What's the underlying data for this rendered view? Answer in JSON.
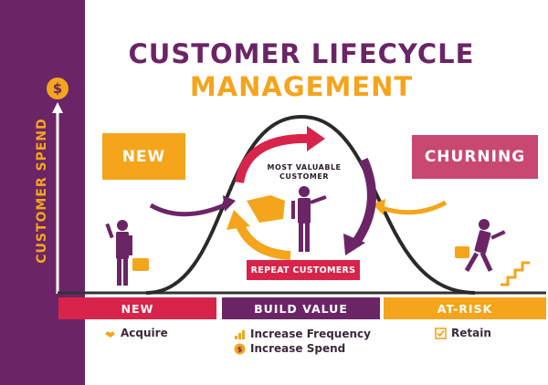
{
  "title": {
    "line1": "CUSTOMER LIFECYCLE",
    "line2": "MANAGEMENT"
  },
  "axis": {
    "y_label": "CUSTOMER SPEND",
    "y_icon": "$"
  },
  "stages": {
    "new_box": "NEW",
    "churning_box": "CHURNING",
    "most_valuable_line1": "MOST VALUABLE",
    "most_valuable_line2": "CUSTOMER",
    "repeat_customers": "REPEAT CUSTOMERS"
  },
  "segments": [
    {
      "label": "NEW",
      "color": "#d8244a"
    },
    {
      "label": "BUILD VALUE",
      "color": "#6b2566"
    },
    {
      "label": "AT-RISK",
      "color": "#f4a51c"
    }
  ],
  "actions": {
    "acquire": {
      "label": "Acquire",
      "icon": "handshake-icon"
    },
    "increase_frequency": {
      "label": "Increase Frequency",
      "icon": "bar-chart-icon"
    },
    "increase_spend": {
      "label": "Increase Spend",
      "icon": "coin-icon"
    },
    "retain": {
      "label": "Retain",
      "icon": "checkbox-icon"
    }
  },
  "colors": {
    "purple": "#6b2566",
    "orange": "#f4a51c",
    "red": "#d8244a",
    "pink": "#c94872"
  }
}
